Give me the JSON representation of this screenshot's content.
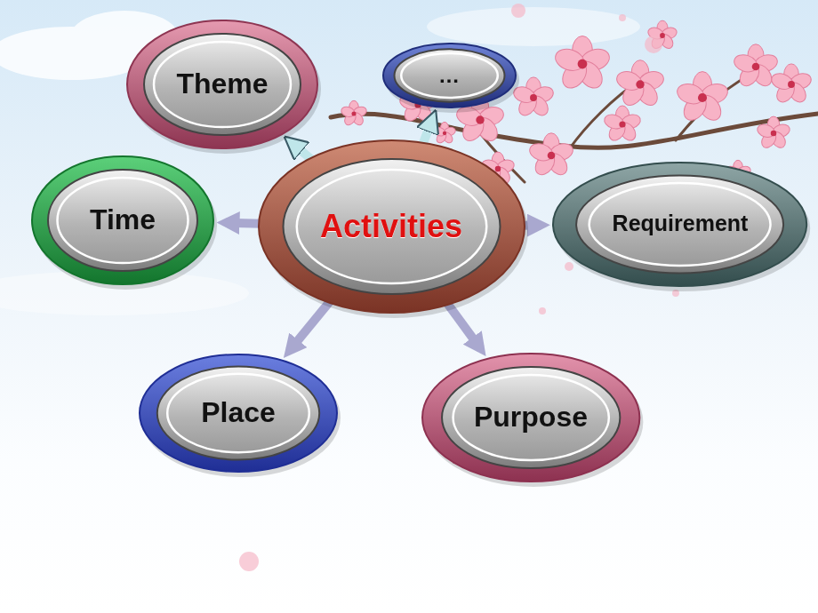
{
  "diagram": {
    "nodes": [
      {
        "text": [
          "Theme"
        ]
      },
      {
        "text": [
          "…"
        ]
      },
      {
        "text": [
          "Time"
        ]
      },
      {
        "text": [
          "Activities"
        ]
      },
      {
        "text": [
          "Requirement"
        ]
      },
      {
        "text": [
          "Place"
        ]
      },
      {
        "text": [
          "Purpose"
        ]
      }
    ],
    "edges": [
      {
        "from": 3,
        "to": 0,
        "arrow": "to"
      },
      {
        "from": 3,
        "to": 1,
        "arrow": "to"
      },
      {
        "from": 3,
        "to": 2,
        "arrow": "to"
      },
      {
        "from": 3,
        "to": 4,
        "arrow": "to"
      },
      {
        "from": 3,
        "to": 5,
        "arrow": "to"
      },
      {
        "from": 3,
        "to": 6,
        "arrow": "to"
      }
    ]
  }
}
